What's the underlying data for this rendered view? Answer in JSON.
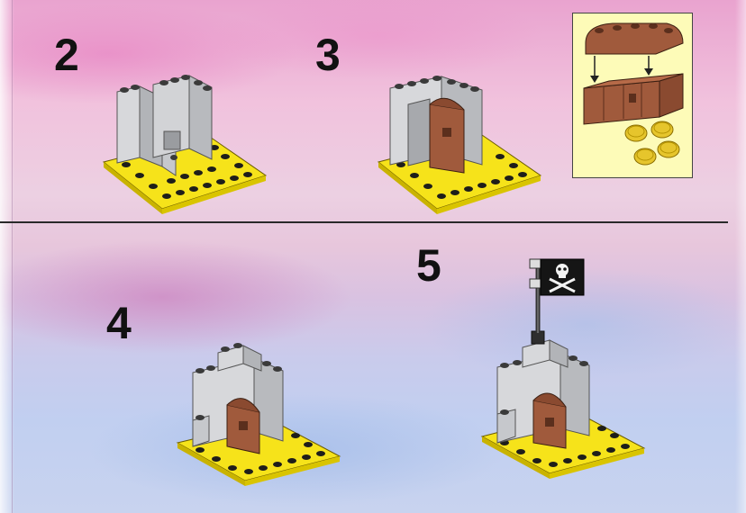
{
  "steps": {
    "s2": {
      "number": "2"
    },
    "s3": {
      "number": "3"
    },
    "s4": {
      "number": "4"
    },
    "s5": {
      "number": "5"
    }
  },
  "colors": {
    "plate_yellow": "#f6e31a",
    "stud_dark": "#1e1e1a",
    "wall_gray": "#c6c8cc",
    "chest_brown": "#a05a3c",
    "coin_gold": "#e6c52c",
    "callout_bg": "#fdfbb8",
    "flag_black": "#151515",
    "divider": "#2a2a2a"
  },
  "icons": [
    "skull-crossbones-flag-icon",
    "down-arrow-icon",
    "treasure-chest-icon",
    "gold-coin-icon"
  ]
}
